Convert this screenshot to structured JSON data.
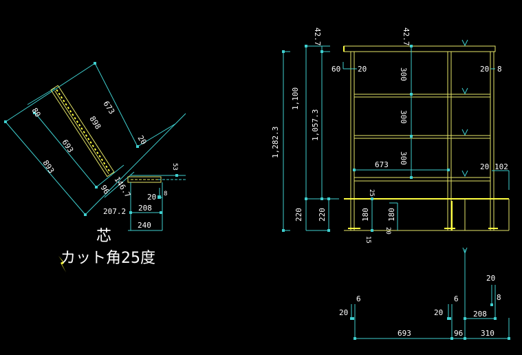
{
  "left_view": {
    "dims": [
      "80",
      "673",
      "898",
      "693",
      "893",
      "20",
      "96",
      "146.7",
      "53",
      "20",
      "8",
      "208",
      "240",
      "207.2"
    ],
    "label_core": "芯",
    "label_cut": "カット角25度"
  },
  "front_view": {
    "dims": [
      "42.7",
      "42.7",
      "60",
      "20",
      "300",
      "300",
      "300",
      "20",
      "8",
      "1,100",
      "1,057.3",
      "1,282.3",
      "673",
      "20",
      "102",
      "220",
      "220",
      "180",
      "180",
      "25",
      "15",
      "20"
    ]
  },
  "bottom_view": {
    "dims": [
      "6",
      "20",
      "6",
      "20",
      "20",
      "8",
      "208",
      "693",
      "96",
      "310"
    ]
  },
  "colors": {
    "background": "#000000",
    "dimension": "#3fd0d0",
    "member": "#e8e86a",
    "text": "#ffffff"
  }
}
